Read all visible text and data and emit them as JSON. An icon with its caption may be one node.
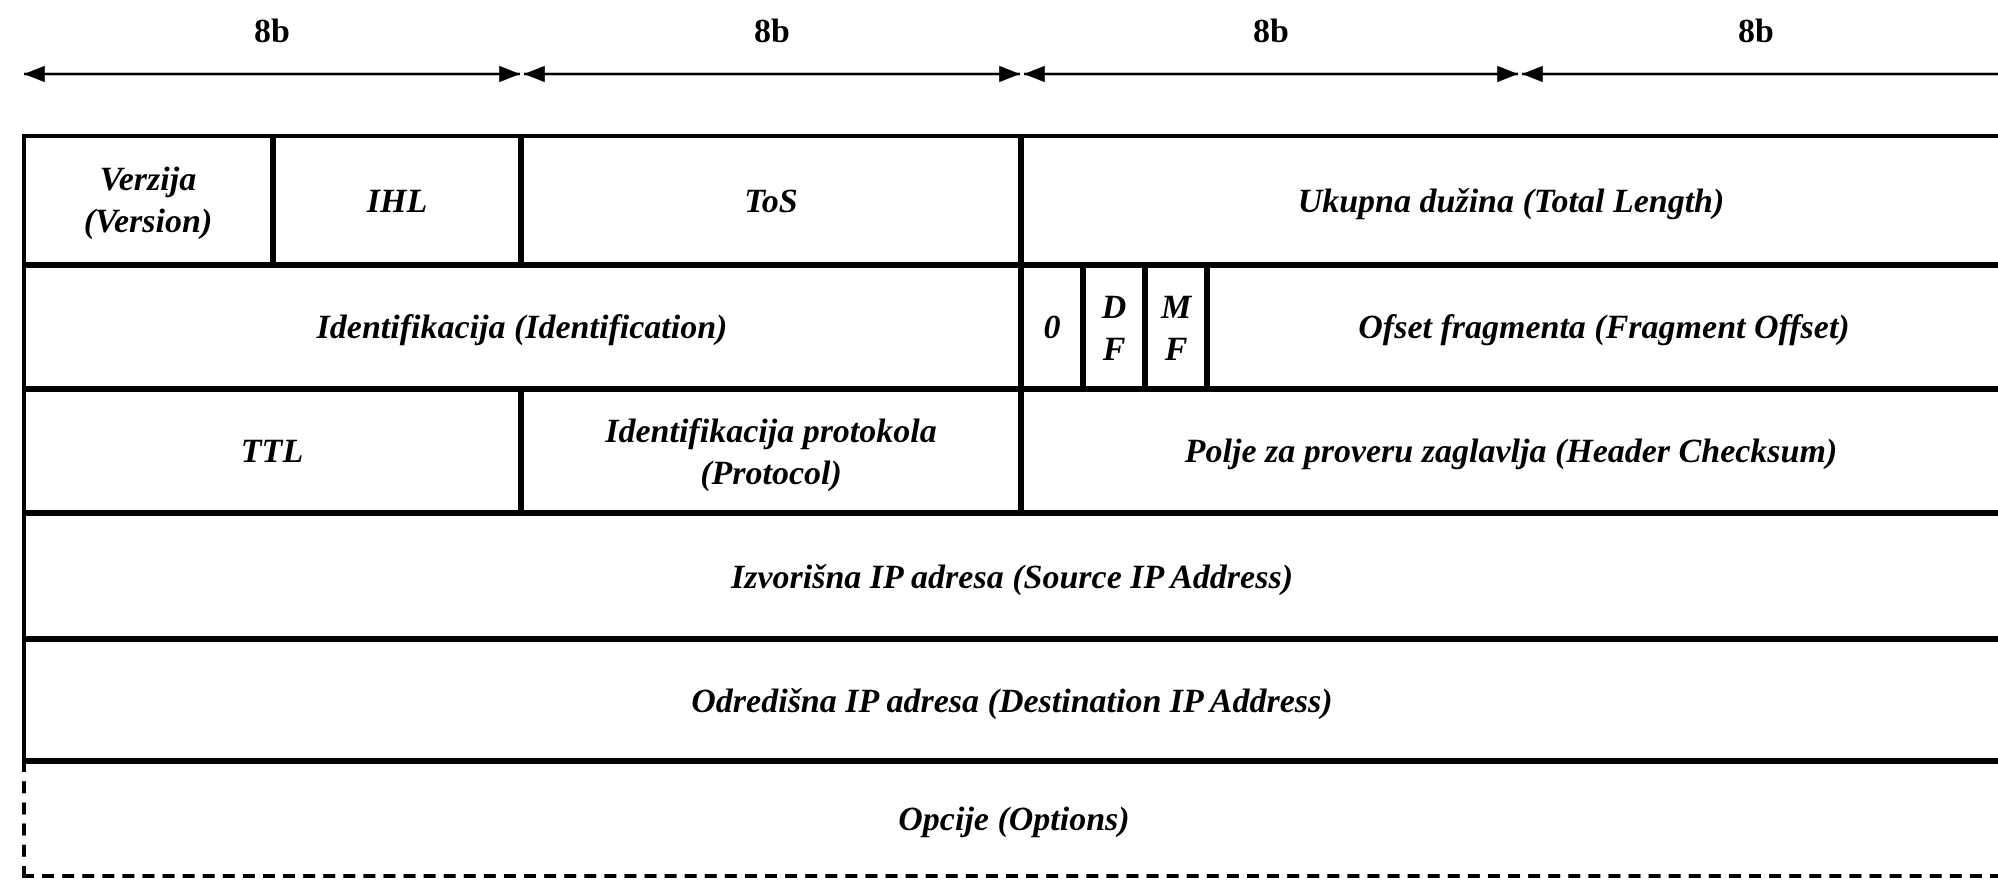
{
  "diagram": {
    "labels": [
      "8b",
      "8b",
      "8b",
      "8b",
      "Verzija (Version)",
      "IHL",
      "ToS",
      "Ukupna dužina (Total Length)",
      "Identifikacija (Identification)",
      "0",
      "D F",
      "M F",
      "Ofset fragmenta (Fragment Offset)",
      "TTL",
      "Identifikacija protokola (Protocol)",
      "Polje za proveru zaglavlja (Header Checksum)",
      "Izvorišna IP adresa (Source IP Address)",
      "Odredišna IP adresa (Destination IP Address)",
      "Opcije (Options)"
    ]
  }
}
